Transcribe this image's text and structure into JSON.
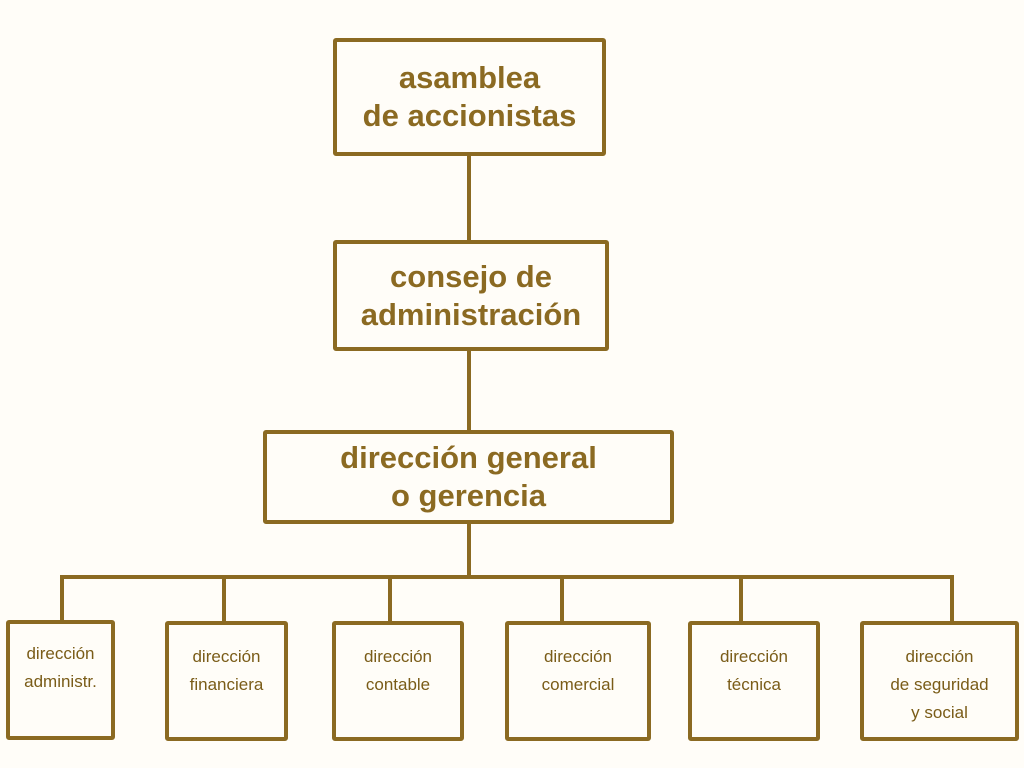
{
  "colors": {
    "border": "#8b6a22",
    "text": "#8b6a22",
    "background": "#fffdf8"
  },
  "levels": {
    "asamblea": {
      "lines": [
        "asamblea",
        "de accionistas"
      ]
    },
    "consejo": {
      "lines": [
        "consejo de",
        "administración"
      ]
    },
    "direccion_general": {
      "lines": [
        "dirección general",
        "o gerencia"
      ]
    }
  },
  "departments": [
    {
      "lines": [
        "dirección",
        "administr."
      ]
    },
    {
      "lines": [
        "dirección",
        "financiera"
      ]
    },
    {
      "lines": [
        "dirección",
        "contable"
      ]
    },
    {
      "lines": [
        "dirección",
        "comercial"
      ]
    },
    {
      "lines": [
        "dirección",
        "técnica"
      ]
    },
    {
      "lines": [
        "dirección",
        "de seguridad",
        "y social"
      ]
    }
  ]
}
